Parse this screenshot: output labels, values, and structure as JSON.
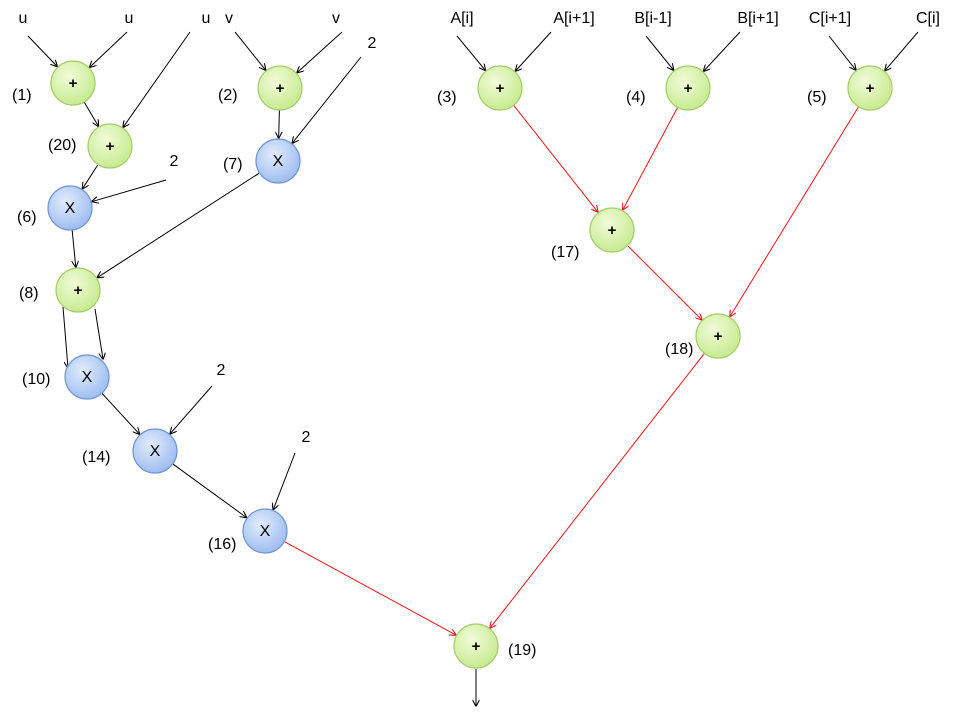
{
  "colors": {
    "add_fill_light": "#f1fbd9",
    "add_fill_dark": "#c4ea8c",
    "add_stroke": "#a4cc6c",
    "mul_fill_light": "#e1ecfc",
    "mul_fill_dark": "#9bbaf0",
    "mul_stroke": "#6f96d4",
    "black_edge": "#000000",
    "red_edge": "#e8161b"
  },
  "inputs": [
    {
      "id": "u1",
      "label": "u"
    },
    {
      "id": "u2",
      "label": "u"
    },
    {
      "id": "u3",
      "label": "u"
    },
    {
      "id": "v1",
      "label": "v"
    },
    {
      "id": "v2",
      "label": "v"
    },
    {
      "id": "c2a",
      "label": "2"
    },
    {
      "id": "c2b",
      "label": "2"
    },
    {
      "id": "c2c",
      "label": "2"
    },
    {
      "id": "c2d",
      "label": "2"
    },
    {
      "id": "ai",
      "label": "A[i]"
    },
    {
      "id": "ai1",
      "label": "A[i+1]"
    },
    {
      "id": "bim1",
      "label": "B[i-1]"
    },
    {
      "id": "bip1",
      "label": "B[i+1]"
    },
    {
      "id": "cip1",
      "label": "C[i+1]"
    },
    {
      "id": "ci",
      "label": "C[i]"
    }
  ],
  "nodes": [
    {
      "id": "n1",
      "kind": "add",
      "symbol": "+",
      "label": "(1)"
    },
    {
      "id": "n20",
      "kind": "add",
      "symbol": "+",
      "label": "(20)"
    },
    {
      "id": "n2",
      "kind": "add",
      "symbol": "+",
      "label": "(2)"
    },
    {
      "id": "n7",
      "kind": "mul",
      "symbol": "X",
      "label": "(7)"
    },
    {
      "id": "n6",
      "kind": "mul",
      "symbol": "X",
      "label": "(6)"
    },
    {
      "id": "n8",
      "kind": "add",
      "symbol": "+",
      "label": "(8)"
    },
    {
      "id": "n10",
      "kind": "mul",
      "symbol": "X",
      "label": "(10)"
    },
    {
      "id": "n14",
      "kind": "mul",
      "symbol": "X",
      "label": "(14)"
    },
    {
      "id": "n16",
      "kind": "mul",
      "symbol": "X",
      "label": "(16)"
    },
    {
      "id": "n3",
      "kind": "add",
      "symbol": "+",
      "label": "(3)"
    },
    {
      "id": "n4",
      "kind": "add",
      "symbol": "+",
      "label": "(4)"
    },
    {
      "id": "n5",
      "kind": "add",
      "symbol": "+",
      "label": "(5)"
    },
    {
      "id": "n17",
      "kind": "add",
      "symbol": "+",
      "label": "(17)"
    },
    {
      "id": "n18",
      "kind": "add",
      "symbol": "+",
      "label": "(18)"
    },
    {
      "id": "n19",
      "kind": "add",
      "symbol": "+",
      "label": "(19)"
    }
  ],
  "edges": [
    {
      "from": "u1",
      "to": "n1",
      "color": "black"
    },
    {
      "from": "u2",
      "to": "n1",
      "color": "black"
    },
    {
      "from": "n1",
      "to": "n20",
      "color": "black"
    },
    {
      "from": "u3",
      "to": "n20",
      "color": "black"
    },
    {
      "from": "v1",
      "to": "n2",
      "color": "black"
    },
    {
      "from": "v2",
      "to": "n2",
      "color": "black"
    },
    {
      "from": "n2",
      "to": "n7",
      "color": "black"
    },
    {
      "from": "c2a",
      "to": "n7",
      "color": "black"
    },
    {
      "from": "n20",
      "to": "n6",
      "color": "black"
    },
    {
      "from": "c2b",
      "to": "n6",
      "color": "black"
    },
    {
      "from": "n6",
      "to": "n8",
      "color": "black"
    },
    {
      "from": "n7",
      "to": "n8",
      "color": "black"
    },
    {
      "from": "n8",
      "to": "n10",
      "color": "black"
    },
    {
      "from": "n8",
      "to": "n10",
      "color": "black"
    },
    {
      "from": "n10",
      "to": "n14",
      "color": "black"
    },
    {
      "from": "c2c",
      "to": "n14",
      "color": "black"
    },
    {
      "from": "n14",
      "to": "n16",
      "color": "black"
    },
    {
      "from": "c2d",
      "to": "n16",
      "color": "black"
    },
    {
      "from": "ai",
      "to": "n3",
      "color": "black"
    },
    {
      "from": "ai1",
      "to": "n3",
      "color": "black"
    },
    {
      "from": "bim1",
      "to": "n4",
      "color": "black"
    },
    {
      "from": "bip1",
      "to": "n4",
      "color": "black"
    },
    {
      "from": "cip1",
      "to": "n5",
      "color": "black"
    },
    {
      "from": "ci",
      "to": "n5",
      "color": "black"
    },
    {
      "from": "n3",
      "to": "n17",
      "color": "red"
    },
    {
      "from": "n4",
      "to": "n17",
      "color": "red"
    },
    {
      "from": "n17",
      "to": "n18",
      "color": "red"
    },
    {
      "from": "n5",
      "to": "n18",
      "color": "red"
    },
    {
      "from": "n18",
      "to": "n19",
      "color": "red"
    },
    {
      "from": "n16",
      "to": "n19",
      "color": "red"
    },
    {
      "from": "n19",
      "to": "out",
      "color": "black"
    }
  ]
}
